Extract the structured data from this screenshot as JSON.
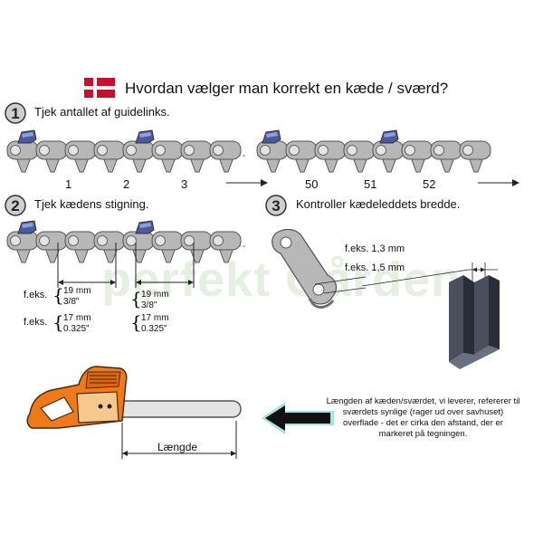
{
  "header": {
    "title": "Hvordan vælger man korrekt en kæde / sværd?",
    "flag_colors": {
      "red": "#c8102e",
      "white": "#ffffff"
    }
  },
  "steps": [
    {
      "number": "1",
      "label": "Tjek antallet af guidelinks."
    },
    {
      "number": "2",
      "label": "Tjek kædens stigning."
    },
    {
      "number": "3",
      "label": "Kontroller kædeleddets bredde."
    }
  ],
  "chain_counts": [
    "1",
    "2",
    "3",
    "50",
    "51",
    "52"
  ],
  "pitch_specs": {
    "prefix": "f.eks.",
    "pairs": [
      {
        "metric": "19 mm",
        "imperial": "3/8\""
      },
      {
        "metric": "17 mm",
        "imperial": "0.325\""
      }
    ]
  },
  "width_specs": {
    "first": "f.eks. 1,3 mm",
    "second": "f.eks. 1,5 mm"
  },
  "watermark": "perfekt Gården",
  "saw": {
    "length_label": "Længde",
    "body_color": "#f07a1a",
    "bar_color": "#e4e4e4"
  },
  "description": "Længden af kæden/sværdet, vi leverer, refererer til sværdets synlige (rager ud over savhuset) overflade - det er cirka den afstand, der er markeret på tegningen.",
  "colors": {
    "chain_grey": "#b7b7b7",
    "chain_dark": "#7e7e7e",
    "cutter_blue": "#4a5a9a",
    "arrow_teal": "#39c5b0",
    "badge": "#cfcfcf"
  }
}
